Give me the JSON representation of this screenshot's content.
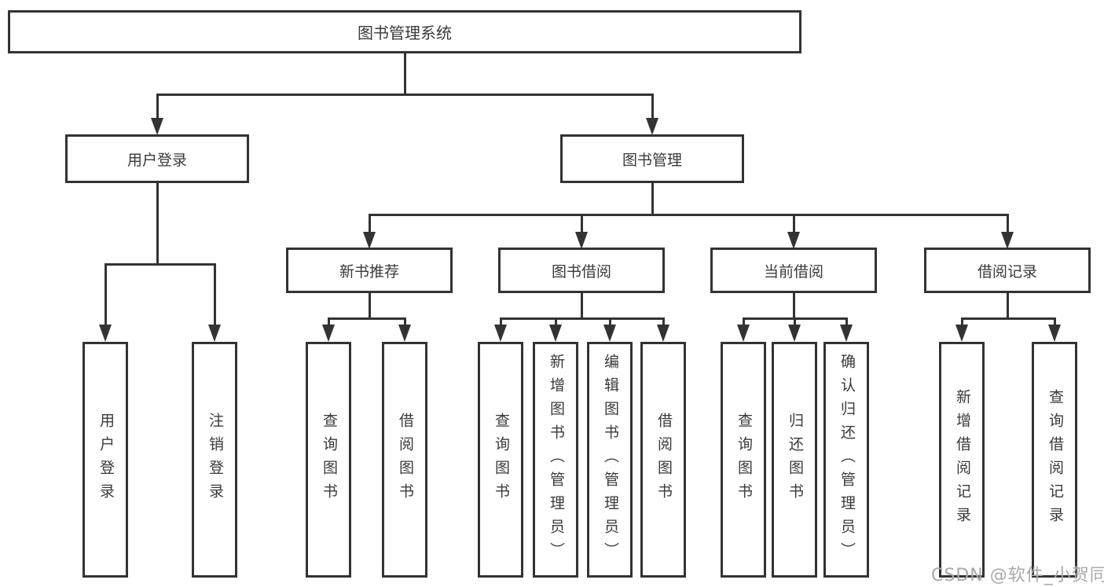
{
  "diagram": {
    "root": {
      "label": "图书管理系统"
    },
    "branches": [
      {
        "label": "用户登录",
        "children": [
          {
            "label": "用户登录"
          },
          {
            "label": "注销登录"
          }
        ]
      },
      {
        "label": "图书管理",
        "children": [
          {
            "label": "新书推荐",
            "children": [
              {
                "label": "查询图书"
              },
              {
                "label": "借阅图书"
              }
            ]
          },
          {
            "label": "图书借阅",
            "children": [
              {
                "label": "查询图书"
              },
              {
                "label": "新增图书（管理员）"
              },
              {
                "label": "编辑图书（管理员）"
              },
              {
                "label": "借阅图书"
              }
            ]
          },
          {
            "label": "当前借阅",
            "children": [
              {
                "label": "查询图书"
              },
              {
                "label": "归还图书"
              },
              {
                "label": "确认归还（管理员）"
              }
            ]
          },
          {
            "label": "借阅记录",
            "children": [
              {
                "label": "新增借阅记录"
              },
              {
                "label": "查询借阅记录"
              }
            ]
          }
        ]
      }
    ]
  },
  "watermark": "CSDN @软件_小贺同学",
  "colors": {
    "line": "#333333",
    "text": "#3a3a3a",
    "watermark": "#a9a9a9",
    "background": "#ffffff"
  }
}
